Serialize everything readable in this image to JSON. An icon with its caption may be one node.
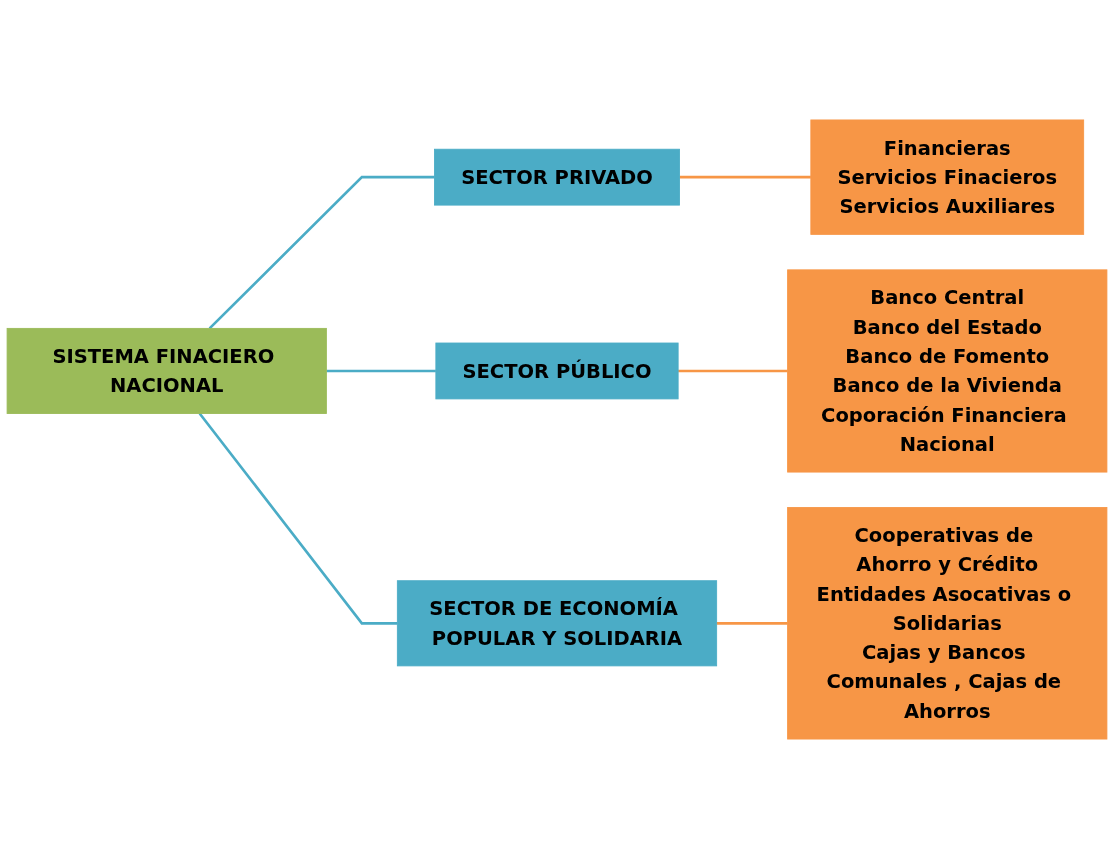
{
  "diagram": {
    "nodes": [
      {
        "text": [
          "SISTEMA FINACIERO NACIONAL"
        ]
      },
      {
        "text": [
          "SECTOR PRIVADO"
        ]
      },
      {
        "text": [
          "Financieras",
          "Servicios Finacieros",
          "Servicios Auxiliares"
        ]
      },
      {
        "text": [
          "SECTOR PÚBLICO"
        ]
      },
      {
        "text": [
          "Banco Central",
          "Banco del Estado",
          "Banco de Fomento",
          "Banco de la Vivienda",
          "Coporación Financiera Nacional"
        ]
      },
      {
        "text": [
          "SECTOR DE ECONOMÍA POPULAR Y SOLIDARIA"
        ]
      },
      {
        "text": [
          "Cooperativas de Ahorro y Crédito",
          "Entidades Asocativas o Solidarias",
          "Cajas y Bancos Comunales , Cajas de Ahorros"
        ]
      }
    ],
    "edges": [
      {
        "from": 0,
        "to": 1,
        "arrow": "none",
        "color": "#4bacc6"
      },
      {
        "from": 0,
        "to": 3,
        "arrow": "none",
        "color": "#4bacc6"
      },
      {
        "from": 0,
        "to": 5,
        "arrow": "none",
        "color": "#4bacc6"
      },
      {
        "from": 1,
        "to": 2,
        "arrow": "none",
        "color": "#f79646"
      },
      {
        "from": 3,
        "to": 4,
        "arrow": "none",
        "color": "#f79646"
      },
      {
        "from": 5,
        "to": 6,
        "arrow": "none",
        "color": "#f79646"
      }
    ]
  }
}
